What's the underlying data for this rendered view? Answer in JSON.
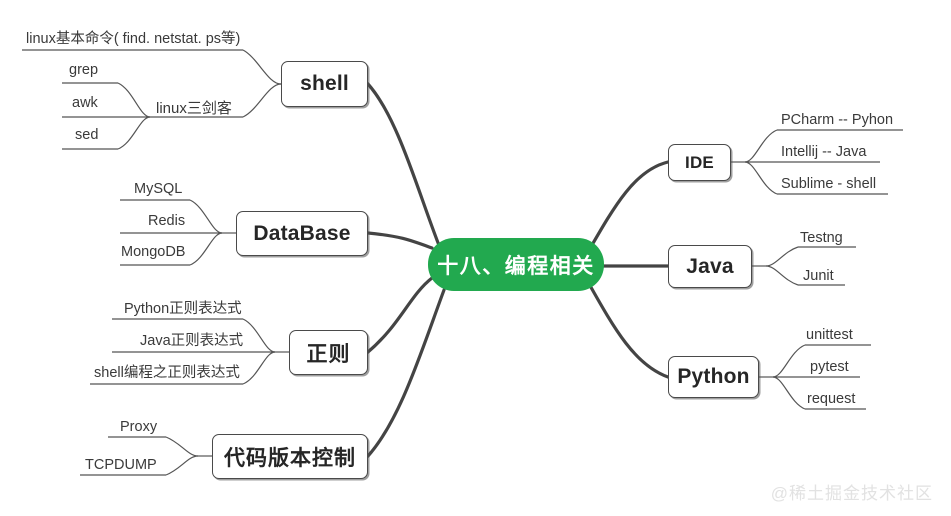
{
  "mindmap": {
    "center": {
      "label": "十八、编程相关",
      "color": "#22a94f",
      "text_color": "#ffffff"
    },
    "watermark": "@稀土掘金技术社区",
    "branches": [
      {
        "id": "shell",
        "label": "shell",
        "side": "left",
        "children": [
          {
            "label": "linux基本命令( find. netstat. ps等)"
          },
          {
            "label": "linux三剑客",
            "children": [
              {
                "label": "grep"
              },
              {
                "label": "awk"
              },
              {
                "label": "sed"
              }
            ]
          }
        ]
      },
      {
        "id": "database",
        "label": "DataBase",
        "side": "left",
        "children": [
          {
            "label": "MySQL"
          },
          {
            "label": "Redis"
          },
          {
            "label": "MongoDB"
          }
        ]
      },
      {
        "id": "regex",
        "label": "正则",
        "side": "left",
        "children": [
          {
            "label": "Python正则表达式"
          },
          {
            "label": "Java正则表达式"
          },
          {
            "label": "shell编程之正则表达式"
          }
        ]
      },
      {
        "id": "vcs",
        "label": "代码版本控制",
        "side": "left",
        "children": [
          {
            "label": "Proxy"
          },
          {
            "label": "TCPDUMP"
          }
        ]
      },
      {
        "id": "ide",
        "label": "IDE",
        "side": "right",
        "children": [
          {
            "label": "PCharm -- Pyhon"
          },
          {
            "label": "Intellij -- Java"
          },
          {
            "label": "Sublime - shell"
          }
        ]
      },
      {
        "id": "java",
        "label": "Java",
        "side": "right",
        "children": [
          {
            "label": "Testng"
          },
          {
            "label": "Junit"
          }
        ]
      },
      {
        "id": "python",
        "label": "Python",
        "side": "right",
        "children": [
          {
            "label": "unittest"
          },
          {
            "label": "pytest"
          },
          {
            "label": "request"
          }
        ]
      }
    ]
  }
}
